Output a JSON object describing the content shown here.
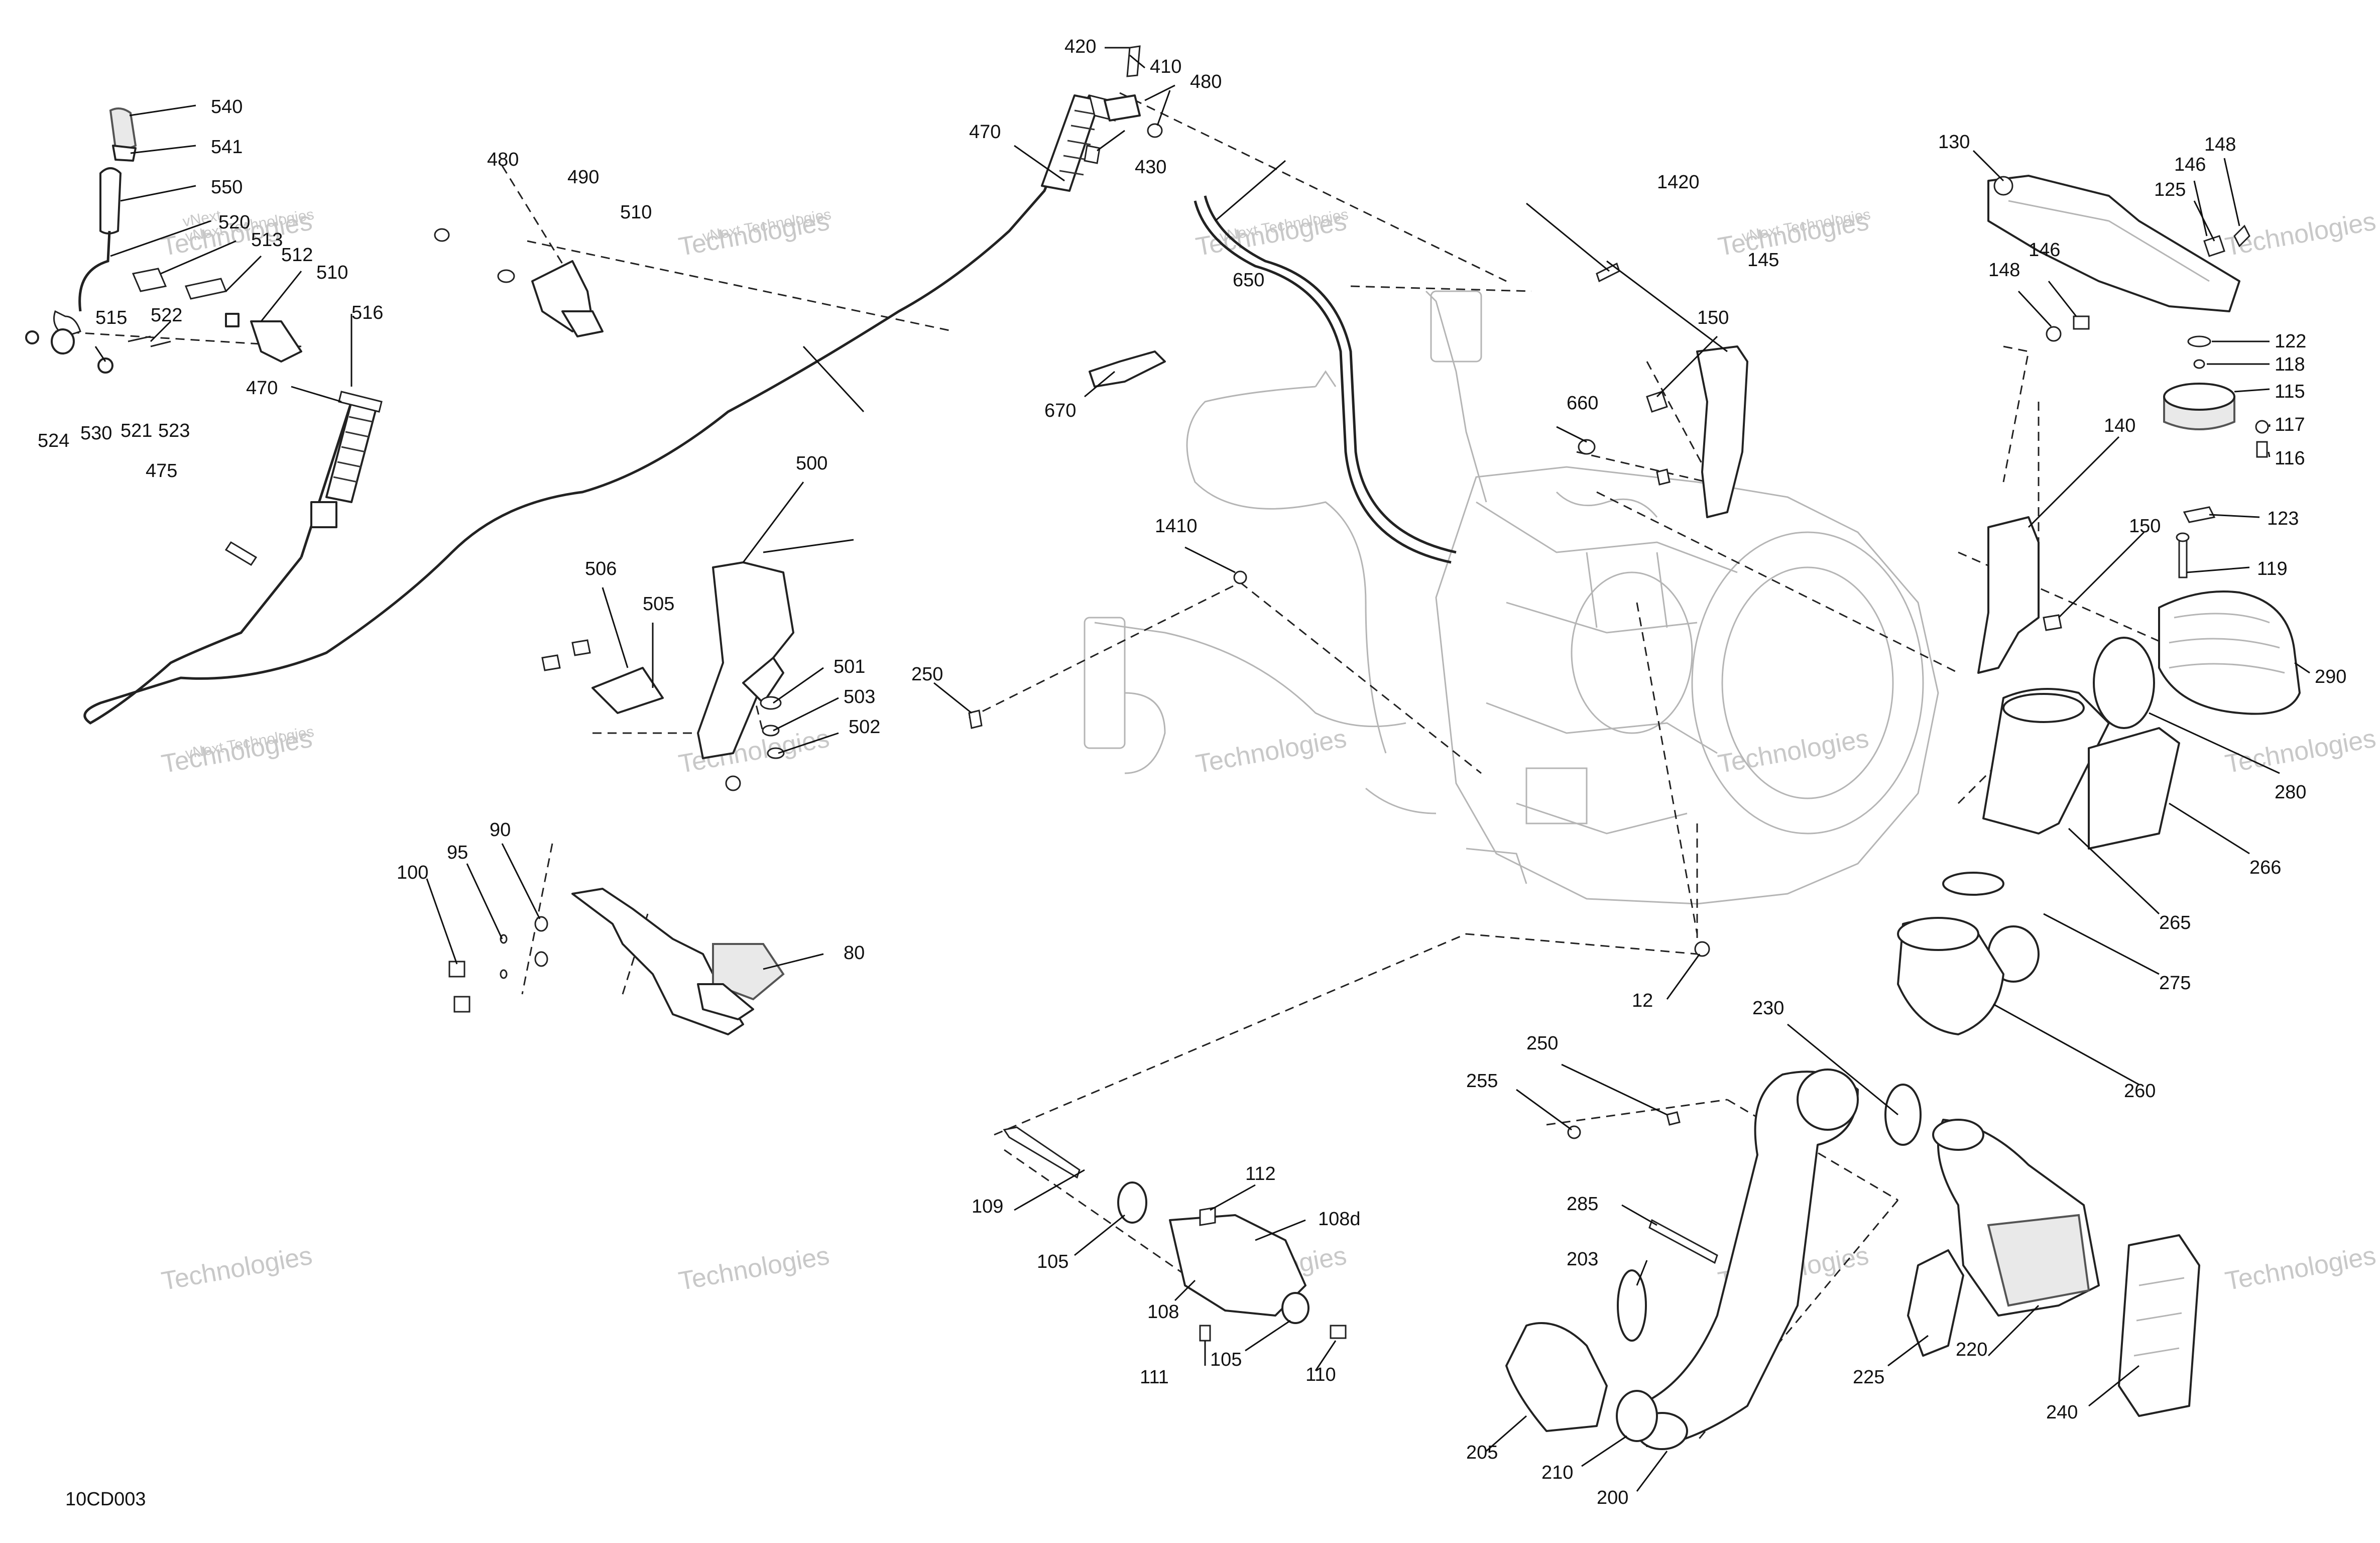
{
  "drawing_code": "10CD003",
  "watermark": {
    "line1": "vNext Technologies",
    "line2": "vNext",
    "line3": "Technologies"
  },
  "callouts": [
    {
      "id": "540",
      "text": "540"
    },
    {
      "id": "541",
      "text": "541"
    },
    {
      "id": "550",
      "text": "550"
    },
    {
      "id": "520",
      "text": "520"
    },
    {
      "id": "513",
      "text": "513"
    },
    {
      "id": "512",
      "text": "512"
    },
    {
      "id": "510a",
      "text": "510"
    },
    {
      "id": "522",
      "text": "522"
    },
    {
      "id": "515",
      "text": "515"
    },
    {
      "id": "524",
      "text": "524"
    },
    {
      "id": "530",
      "text": "530"
    },
    {
      "id": "521",
      "text": "521"
    },
    {
      "id": "523",
      "text": "523"
    },
    {
      "id": "516",
      "text": "516"
    },
    {
      "id": "470a",
      "text": "470"
    },
    {
      "id": "475",
      "text": "475"
    },
    {
      "id": "480a",
      "text": "480"
    },
    {
      "id": "490",
      "text": "490"
    },
    {
      "id": "510b",
      "text": "510"
    },
    {
      "id": "420",
      "text": "420"
    },
    {
      "id": "410",
      "text": "410"
    },
    {
      "id": "480b",
      "text": "480"
    },
    {
      "id": "470b",
      "text": "470"
    },
    {
      "id": "430",
      "text": "430"
    },
    {
      "id": "650",
      "text": "650"
    },
    {
      "id": "670",
      "text": "670"
    },
    {
      "id": "1420",
      "text": "1420"
    },
    {
      "id": "145",
      "text": "145"
    },
    {
      "id": "150a",
      "text": "150"
    },
    {
      "id": "660",
      "text": "660"
    },
    {
      "id": "500",
      "text": "500"
    },
    {
      "id": "506",
      "text": "506"
    },
    {
      "id": "505",
      "text": "505"
    },
    {
      "id": "501",
      "text": "501"
    },
    {
      "id": "503",
      "text": "503"
    },
    {
      "id": "502",
      "text": "502"
    },
    {
      "id": "1410",
      "text": "1410"
    },
    {
      "id": "250a",
      "text": "250"
    },
    {
      "id": "130",
      "text": "130"
    },
    {
      "id": "146a",
      "text": "146"
    },
    {
      "id": "148a",
      "text": "148"
    },
    {
      "id": "125",
      "text": "125"
    },
    {
      "id": "146b",
      "text": "146"
    },
    {
      "id": "148b",
      "text": "148"
    },
    {
      "id": "122",
      "text": "122"
    },
    {
      "id": "118",
      "text": "118"
    },
    {
      "id": "115",
      "text": "115"
    },
    {
      "id": "117",
      "text": "117"
    },
    {
      "id": "116",
      "text": "116"
    },
    {
      "id": "140",
      "text": "140"
    },
    {
      "id": "123",
      "text": "123"
    },
    {
      "id": "150b",
      "text": "150"
    },
    {
      "id": "119",
      "text": "119"
    },
    {
      "id": "290",
      "text": "290"
    },
    {
      "id": "280",
      "text": "280"
    },
    {
      "id": "266",
      "text": "266"
    },
    {
      "id": "265",
      "text": "265"
    },
    {
      "id": "275",
      "text": "275"
    },
    {
      "id": "260",
      "text": "260"
    },
    {
      "id": "12",
      "text": "12"
    },
    {
      "id": "100",
      "text": "100"
    },
    {
      "id": "95",
      "text": "95"
    },
    {
      "id": "90",
      "text": "90"
    },
    {
      "id": "80",
      "text": "80"
    },
    {
      "id": "230",
      "text": "230"
    },
    {
      "id": "250b",
      "text": "250"
    },
    {
      "id": "255",
      "text": "255"
    },
    {
      "id": "109",
      "text": "109"
    },
    {
      "id": "112",
      "text": "112"
    },
    {
      "id": "108d",
      "text": "108d"
    },
    {
      "id": "105a",
      "text": "105"
    },
    {
      "id": "108",
      "text": "108"
    },
    {
      "id": "111",
      "text": "111"
    },
    {
      "id": "105b",
      "text": "105"
    },
    {
      "id": "110",
      "text": "110"
    },
    {
      "id": "285",
      "text": "285"
    },
    {
      "id": "203",
      "text": "203"
    },
    {
      "id": "225",
      "text": "225"
    },
    {
      "id": "220",
      "text": "220"
    },
    {
      "id": "240",
      "text": "240"
    },
    {
      "id": "205",
      "text": "205"
    },
    {
      "id": "210",
      "text": "210"
    },
    {
      "id": "200",
      "text": "200"
    }
  ]
}
